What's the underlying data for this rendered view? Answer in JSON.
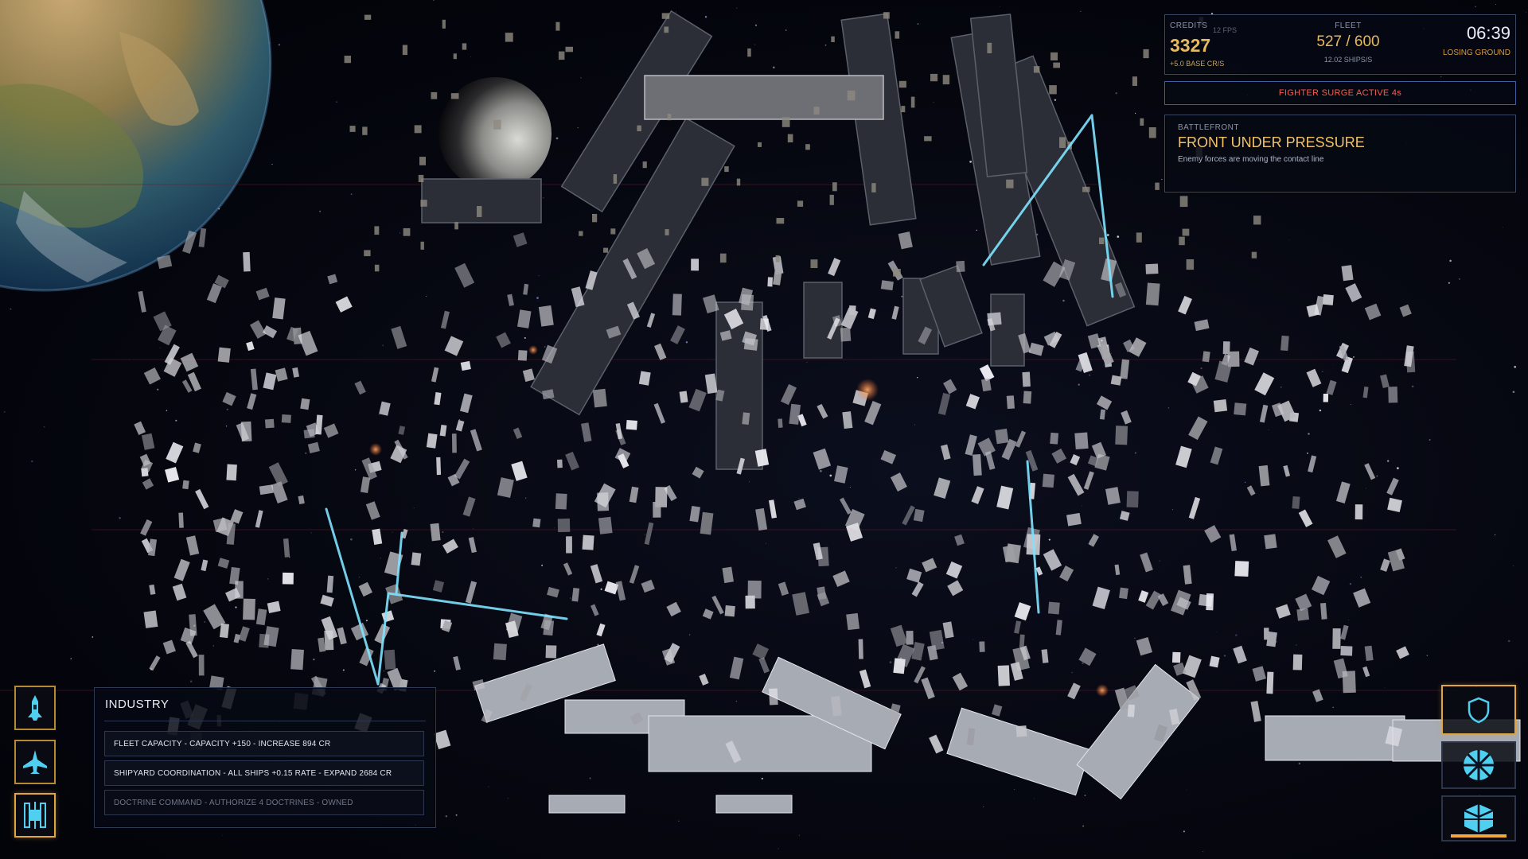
{
  "stats": {
    "credits_label": "CREDITS",
    "fps_label": "12 FPS",
    "credits_value": "3327",
    "credits_rate": "+5.0 BASE CR/S",
    "fleet_label": "FLEET",
    "fleet_value": "527 / 600",
    "fleet_rate": "12.02 SHIPS/S",
    "timer": "06:39",
    "timer_status": "LOSING GROUND"
  },
  "surge_banner": "FIGHTER SURGE ACTIVE  4s",
  "battlefront": {
    "label": "BATTLEFRONT",
    "title": "FRONT UNDER PRESSURE",
    "subtitle": "Enemy forces are moving the contact line"
  },
  "industry": {
    "title": "INDUSTRY",
    "rows": [
      "FLEET CAPACITY  -  CAPACITY +150  -  INCREASE 894 CR",
      "SHIPYARD COORDINATION  -  ALL SHIPS +0.15 RATE  -  EXPAND 2684 CR",
      "DOCTRINE COMMAND  -  AUTHORIZE 4 DOCTRINES  -  OWNED"
    ]
  },
  "icons": {
    "left_buttons": [
      "corvette-icon",
      "fighter-icon",
      "station-icon"
    ],
    "right_buttons": [
      "shield-icon",
      "wheel-icon",
      "cube-icon"
    ]
  },
  "colors": {
    "accent_gold": "#e6b85c",
    "alert_red": "#ff5a4a",
    "laser_cyan": "#7fe3ff",
    "icon_cyan": "#4fd0f0"
  }
}
